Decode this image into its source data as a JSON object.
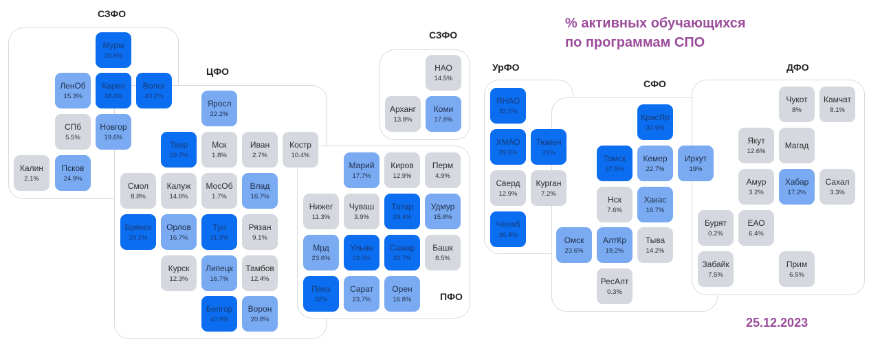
{
  "title": {
    "line1": "% активных обучающихся",
    "line2": "по программам СПО"
  },
  "date": "25.12.2023",
  "colors": {
    "grey": "#d5d8de",
    "light": "#7aaaf2",
    "dark": "#0b6df0",
    "title": "#9b4c9b"
  },
  "districts": {
    "szfo_west": "СЗФО",
    "cfo": "ЦФО",
    "szfo_east": "СЗФО",
    "pfo": "ПФО",
    "urfo": "УрФО",
    "sfo": "СФО",
    "dfo": "ДФО"
  },
  "regions": {
    "murm": {
      "name": "Мурм",
      "value": "29.8%"
    },
    "lenob": {
      "name": "ЛенОб",
      "value": "15.3%"
    },
    "karel": {
      "name": "Карел",
      "value": "38.3%"
    },
    "volog": {
      "name": "Волог",
      "value": "43.2%"
    },
    "spb": {
      "name": "СПб",
      "value": "5.5%"
    },
    "novgor": {
      "name": "Новгор",
      "value": "19.6%"
    },
    "kalin": {
      "name": "Калин",
      "value": "2.1%"
    },
    "pskov": {
      "name": "Псков",
      "value": "24.9%"
    },
    "yarosl": {
      "name": "Яросл",
      "value": "22.2%"
    },
    "tver": {
      "name": "Твер",
      "value": "29.7%"
    },
    "msk": {
      "name": "Мск",
      "value": "1.8%"
    },
    "ivan": {
      "name": "Иван",
      "value": "2.7%"
    },
    "kostr": {
      "name": "Костр",
      "value": "10.4%"
    },
    "smol": {
      "name": "Смол",
      "value": "8.8%"
    },
    "kaluzh": {
      "name": "Калуж",
      "value": "14.6%"
    },
    "mosob": {
      "name": "МосОб",
      "value": "1.7%"
    },
    "vlad": {
      "name": "Влад",
      "value": "16.7%"
    },
    "bryansk": {
      "name": "Брянск",
      "value": "29.2%"
    },
    "orlov": {
      "name": "Орлов",
      "value": "16.7%"
    },
    "tul": {
      "name": "Тул",
      "value": "31.9%"
    },
    "ryazan": {
      "name": "Рязан",
      "value": "9.1%"
    },
    "kursk": {
      "name": "Курск",
      "value": "12.3%"
    },
    "lipeck": {
      "name": "Липецк",
      "value": "16.7%"
    },
    "tambov": {
      "name": "Тамбов",
      "value": "12.4%"
    },
    "belgor": {
      "name": "Белгор",
      "value": "40.9%"
    },
    "voron": {
      "name": "Ворон",
      "value": "20.8%"
    },
    "nao": {
      "name": "НАО",
      "value": "14.5%"
    },
    "arhang": {
      "name": "Арханг",
      "value": "13.8%"
    },
    "komi": {
      "name": "Коми",
      "value": "17.8%"
    },
    "mariy": {
      "name": "Марий",
      "value": "17.7%"
    },
    "kirov": {
      "name": "Киров",
      "value": "12.9%"
    },
    "perm": {
      "name": "Перм",
      "value": "4.9%"
    },
    "nizheg": {
      "name": "Нижег",
      "value": "11.3%"
    },
    "chuvash": {
      "name": "Чуваш",
      "value": "3.9%"
    },
    "tatar": {
      "name": "Татар",
      "value": "28.4%"
    },
    "udmur": {
      "name": "Удмур",
      "value": "15.8%"
    },
    "mrd": {
      "name": "Мрд",
      "value": "23.6%"
    },
    "ulyan": {
      "name": "Ульян",
      "value": "33.5%"
    },
    "samar": {
      "name": "Самар",
      "value": "28.7%"
    },
    "bashk": {
      "name": "Башк",
      "value": "8.5%"
    },
    "penz": {
      "name": "Пенз",
      "value": "32%"
    },
    "sarat": {
      "name": "Сарат",
      "value": "23.7%"
    },
    "oren": {
      "name": "Орен",
      "value": "16.8%"
    },
    "yanao": {
      "name": "ЯНАО",
      "value": "32.5%"
    },
    "hmao": {
      "name": "ХМАО",
      "value": "28.5%"
    },
    "tyumen": {
      "name": "Тюмен",
      "value": "31%"
    },
    "sverd": {
      "name": "Сверд",
      "value": "12.9%"
    },
    "kurgan": {
      "name": "Курган",
      "value": "7.2%"
    },
    "chelyab": {
      "name": "Челяб",
      "value": "36.4%"
    },
    "krasyar": {
      "name": "КрасЯр",
      "value": "30.9%"
    },
    "tomsk": {
      "name": "Томск",
      "value": "37.5%"
    },
    "kemer": {
      "name": "Кемер",
      "value": "22.7%"
    },
    "irkut": {
      "name": "Иркут",
      "value": "19%"
    },
    "nsk": {
      "name": "Нск",
      "value": "7.6%"
    },
    "hakas": {
      "name": "Хакас",
      "value": "16.7%"
    },
    "omsk": {
      "name": "Омск",
      "value": "23.6%"
    },
    "altkr": {
      "name": "АлтКр",
      "value": "19.2%"
    },
    "tyva": {
      "name": "Тыва",
      "value": "14.2%"
    },
    "resalt": {
      "name": "РесАлт",
      "value": "0.3%"
    },
    "chukot": {
      "name": "Чукот",
      "value": "8%"
    },
    "kamchat": {
      "name": "Камчат",
      "value": "8.1%"
    },
    "yakut": {
      "name": "Якут",
      "value": "12.6%"
    },
    "magad": {
      "name": "Магад",
      "value": ""
    },
    "amur": {
      "name": "Амур",
      "value": "3.2%"
    },
    "habar": {
      "name": "Хабар",
      "value": "17.2%"
    },
    "sahal": {
      "name": "Сахал",
      "value": "3.3%"
    },
    "buryat": {
      "name": "Бурят",
      "value": "0.2%"
    },
    "eao": {
      "name": "ЕАО",
      "value": "6.4%"
    },
    "zabaik": {
      "name": "Забайк",
      "value": "7.5%"
    },
    "prim": {
      "name": "Прим",
      "value": "6.5%"
    }
  }
}
